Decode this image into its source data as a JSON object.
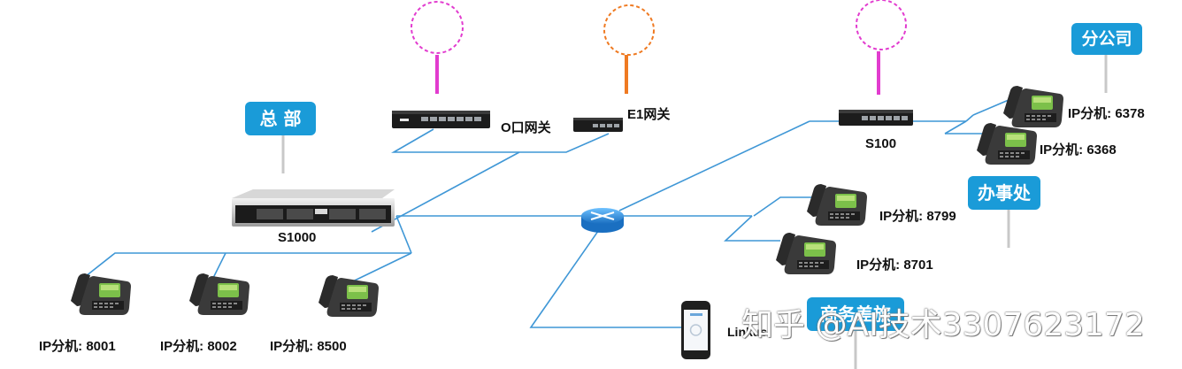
{
  "badges": {
    "hq": "总 部",
    "branch": "分公司",
    "office": "办事处",
    "mobile": "商务差旅"
  },
  "devices": {
    "s1000": "S1000",
    "s100": "S100",
    "o_gateway": "O口网关",
    "e1_gateway": "E1网关",
    "linkus": "Linkus"
  },
  "phones": {
    "p8001": "IP分机: 8001",
    "p8002": "IP分机: 8002",
    "p8500": "IP分机: 8500",
    "p8799": "IP分机: 8799",
    "p8701": "IP分机: 8701",
    "p6378": "IP分机: 6378",
    "p6368": "IP分机: 6368"
  },
  "watermark": "知乎 @AI技术3307623172",
  "colors": {
    "line": "#3f97d6",
    "badge": "#1a9bd8",
    "magenta": "#e23ccf",
    "orange": "#ef7a22"
  }
}
